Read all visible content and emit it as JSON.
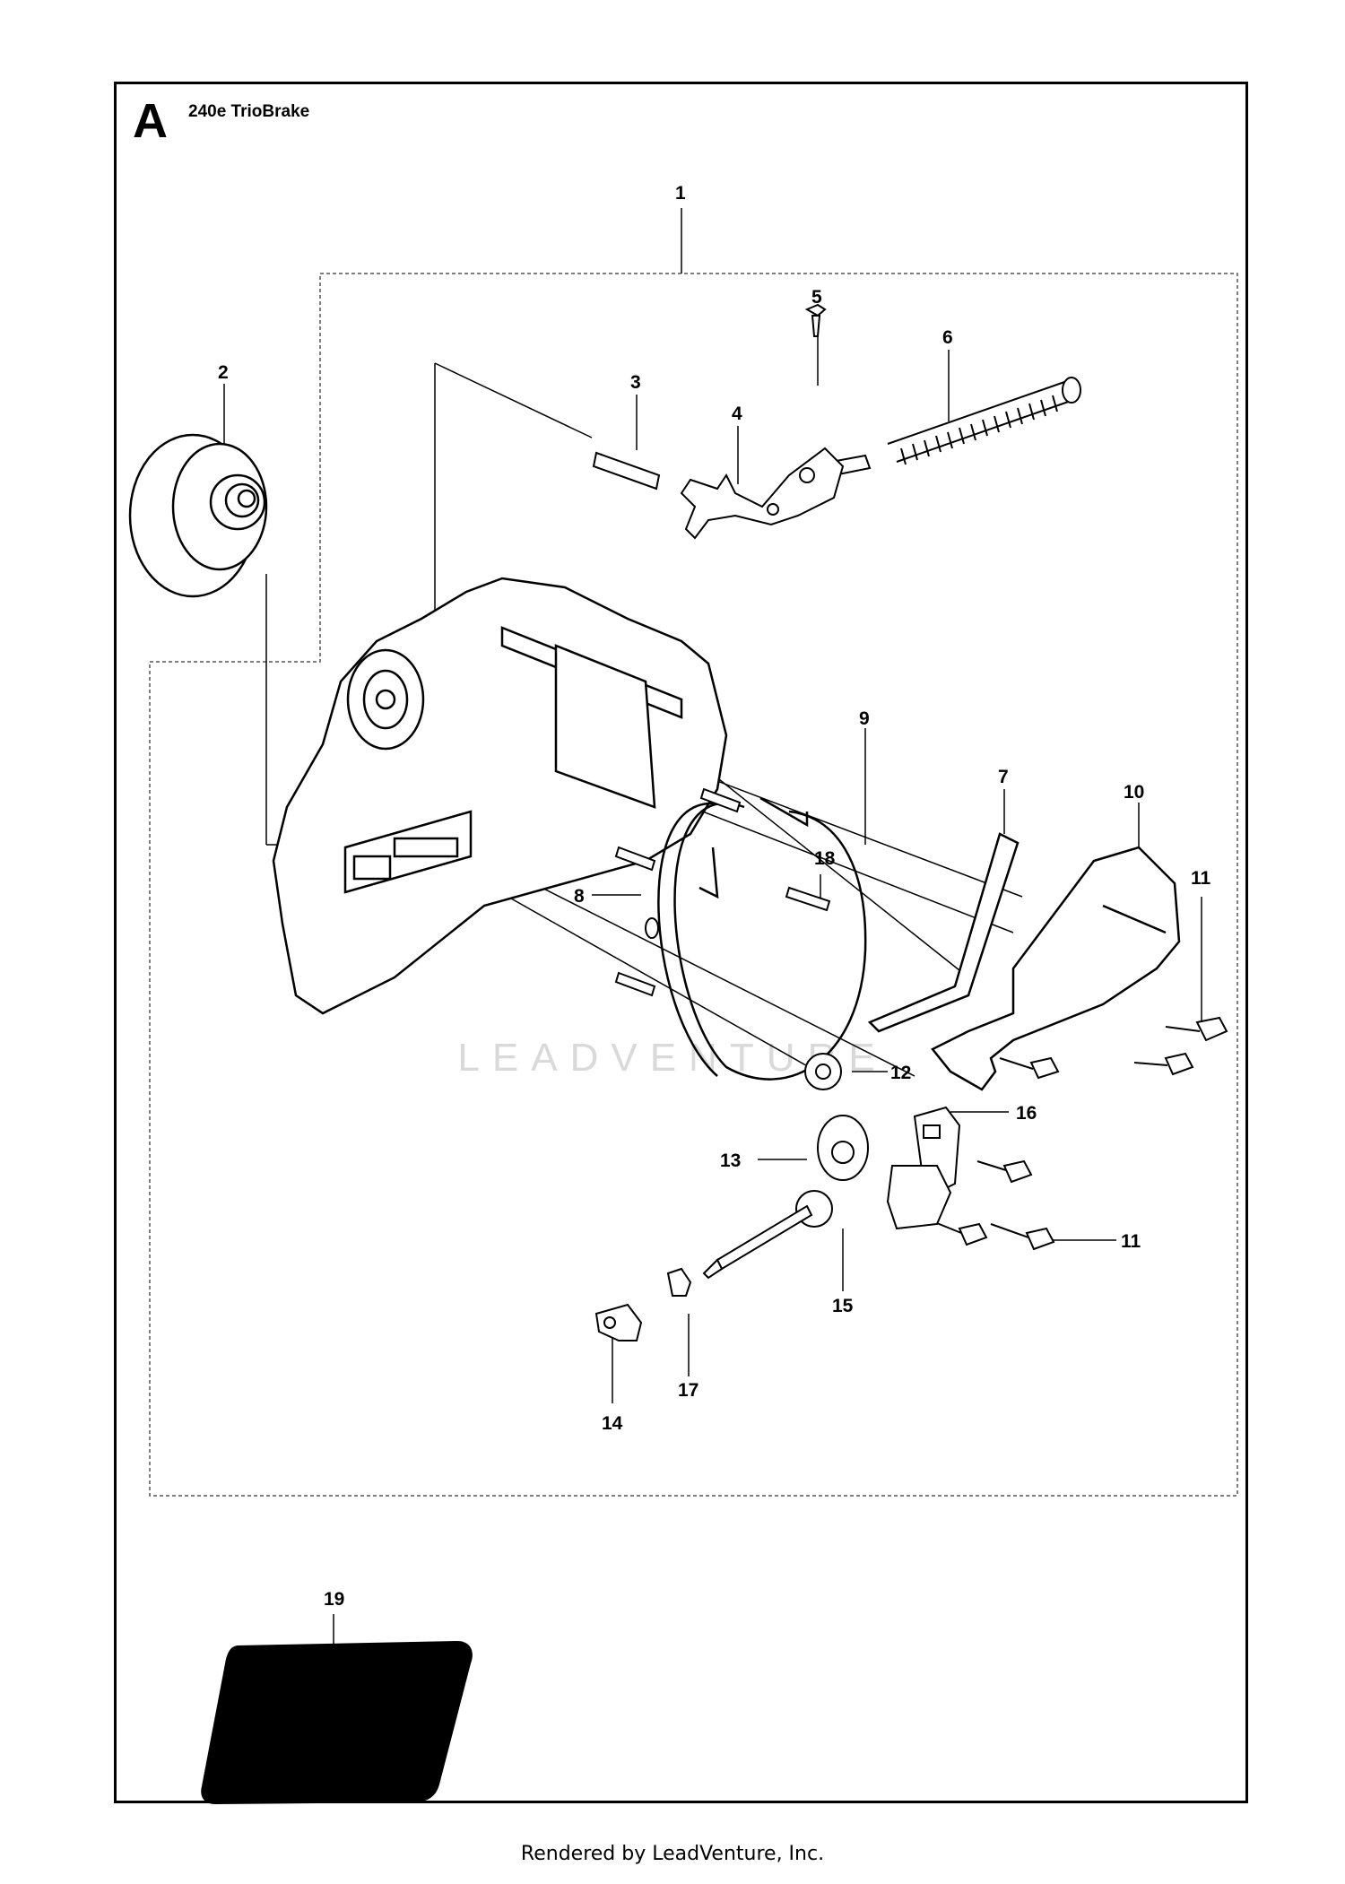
{
  "diagram": {
    "section_letter": "A",
    "title": "240e TrioBrake",
    "watermark": "LEADVENTURE",
    "footer": "Rendered by LeadVenture, Inc.",
    "part_numbers": [
      "1",
      "2",
      "3",
      "4",
      "5",
      "6",
      "7",
      "8",
      "9",
      "10",
      "11",
      "12",
      "13",
      "14",
      "15",
      "16",
      "11",
      "17",
      "18",
      "19"
    ]
  }
}
